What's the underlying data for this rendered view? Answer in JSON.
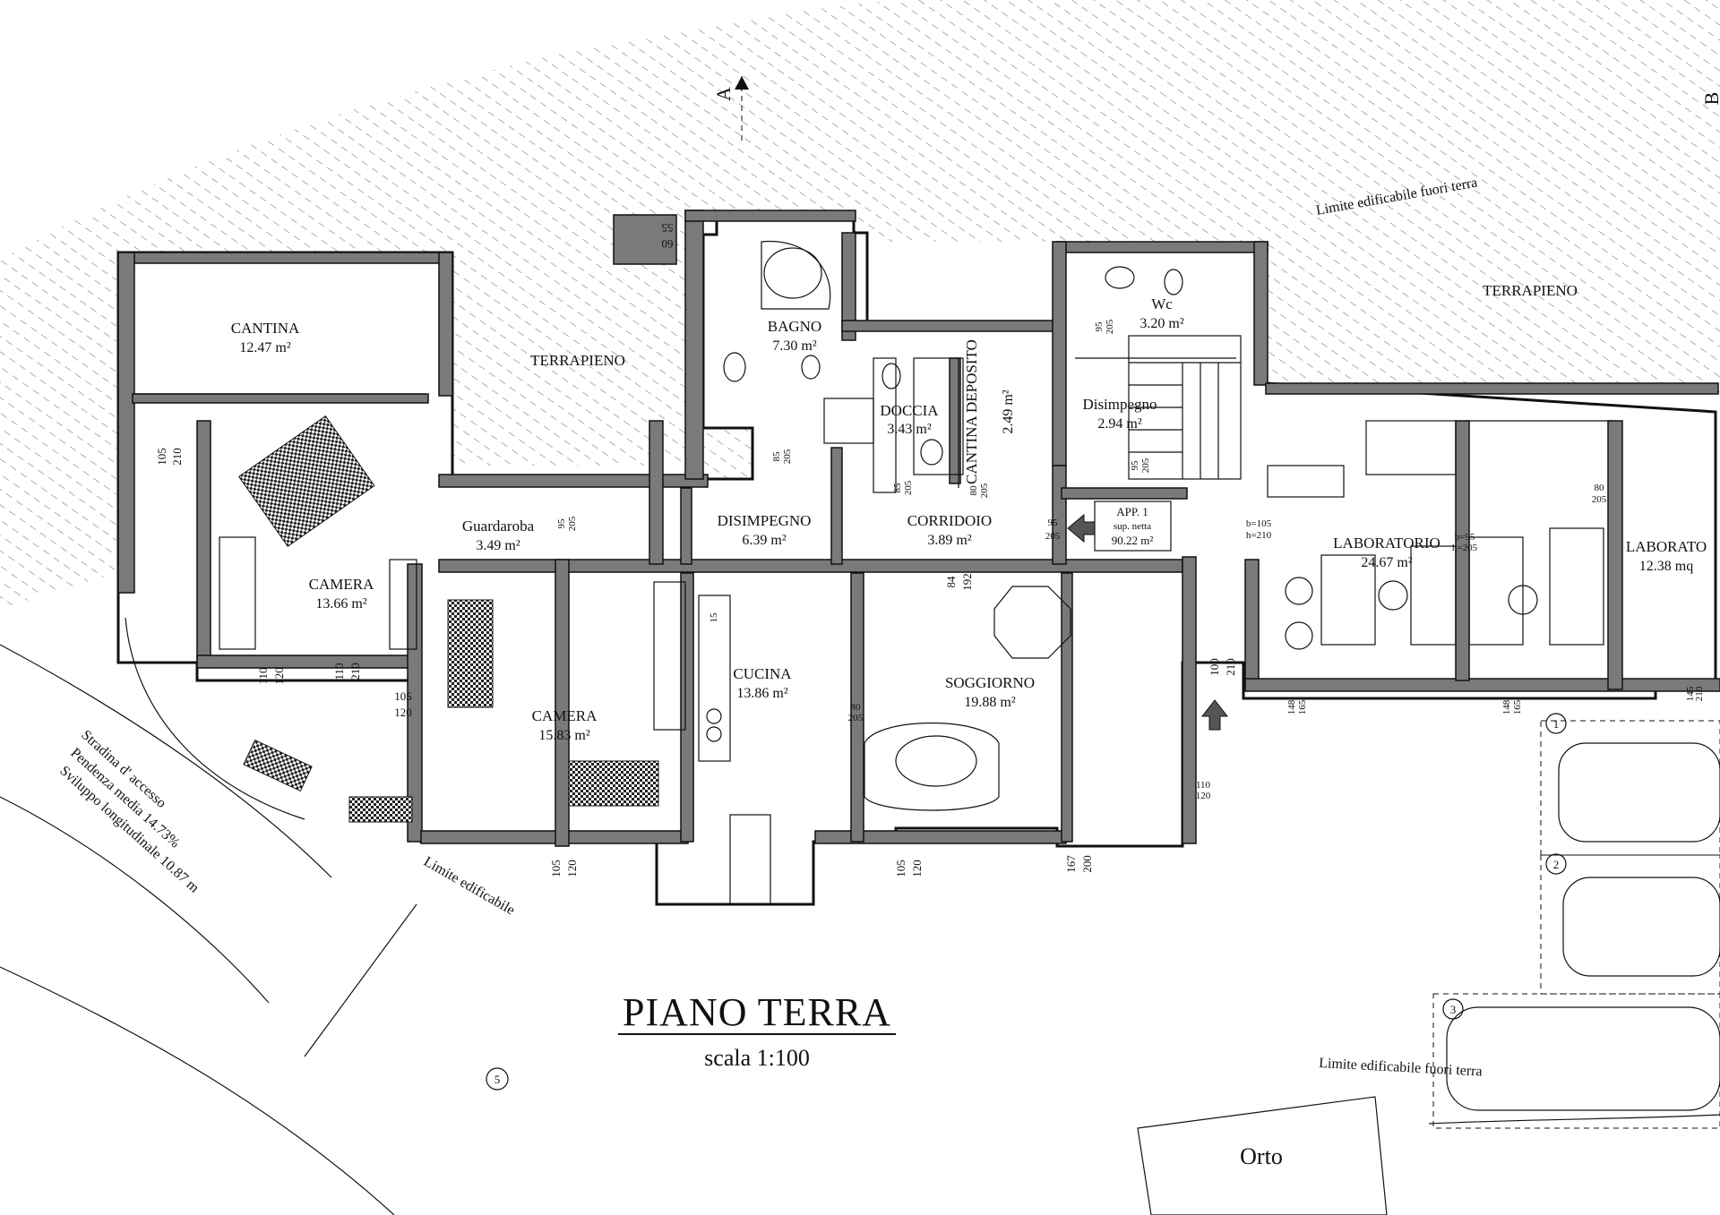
{
  "drawing": {
    "title": "PIANO TERRA",
    "scale": "scala 1:100"
  },
  "rooms": [
    {
      "name": "CANTINA",
      "area": "12.47 m²"
    },
    {
      "name": "TERRAPIENO",
      "area": ""
    },
    {
      "name": "BAGNO",
      "area": "7.30 m²"
    },
    {
      "name": "DOCCIA",
      "area": "3.43 m²"
    },
    {
      "name": "CANTINA DEPOSITO",
      "area": "2.49 m²"
    },
    {
      "name": "Wc",
      "area": "3.20 m²"
    },
    {
      "name": "Disimpegno",
      "area": "2.94 m²"
    },
    {
      "name": "TERRAPIENO",
      "area": ""
    },
    {
      "name": "Guardaroba",
      "area": "3.49 m²"
    },
    {
      "name": "DISIMPEGNO",
      "area": "6.39 m²"
    },
    {
      "name": "CORRIDOIO",
      "area": "3.89 m²"
    },
    {
      "name": "CAMERA",
      "area": "13.66 m²"
    },
    {
      "name": "CAMERA",
      "area": "15.83 m²"
    },
    {
      "name": "CUCINA",
      "area": "13.86 m²"
    },
    {
      "name": "SOGGIORNO",
      "area": "19.88 m²"
    },
    {
      "name": "LABORATORIO",
      "area": "24.67 m²"
    },
    {
      "name": "LABORATO",
      "area": "12.38 mq"
    }
  ],
  "apartment_tag": {
    "name": "APP. 1",
    "note": "sup. netta",
    "area": "90.22 m²"
  },
  "annotations": {
    "limit_top": "Limite edificabile fuori terra",
    "limit_bottom_left": "Limite edificabile",
    "limit_bottom_right": "Limite edificabile fuori terra",
    "road_line1": "Stradina d' accesso",
    "road_line2": "Pendenza media 14.73%",
    "road_line3": "Sviluppo longitudinale 10.87 m",
    "garden": "Orto",
    "section_a": "A",
    "section_b": "B"
  },
  "door_dims": [
    "105",
    "210",
    "95",
    "205",
    "85",
    "205",
    "85",
    "205",
    "80",
    "205",
    "95",
    "205",
    "95",
    "205",
    "95",
    "205",
    "84",
    "192",
    "110",
    "210",
    "105",
    "120",
    "110",
    "120",
    "105",
    "120",
    "105",
    "120",
    "80",
    "205",
    "100",
    "210",
    "167",
    "200",
    "110",
    "120",
    "148",
    "165",
    "148",
    "165",
    "145",
    "210",
    "b=105",
    "h=210",
    "b=95",
    "h=205",
    "80",
    "205",
    "60",
    "55",
    "15"
  ],
  "parking": [
    "1",
    "2",
    "3"
  ],
  "marker": "5"
}
